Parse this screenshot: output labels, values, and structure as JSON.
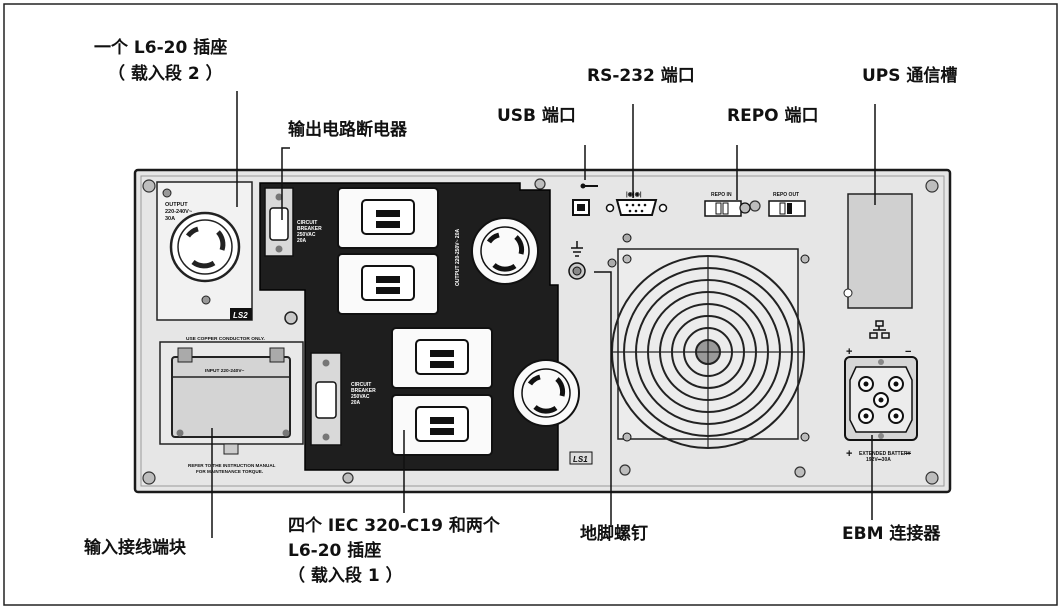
{
  "callouts": {
    "l6_20_outlet_ls2": {
      "line1": "一个 L6-20 插座",
      "line2": "（ 载入段 2 ）"
    },
    "output_breaker": "输出电路断电器",
    "usb_port": "USB  端口",
    "rs232_port": "RS-232 端口",
    "repo_port": "REPO 端口",
    "ups_comm_bay": "UPS 通信槽",
    "input_terminal_block": "输入接线端块",
    "iec_outlets_ls1": {
      "line1": "四个 IEC 320-C19 和两个",
      "line2": "L6-20 插座",
      "line3": "（ 载入段 1 ）"
    },
    "ground_screw": "地脚螺钉",
    "ebm_connector": "EBM  连接器"
  },
  "panel_text": {
    "output_label": [
      "OUTPUT",
      "220-240V~",
      "30A"
    ],
    "ls2": "LS2",
    "ls1": "LS1",
    "circuit_breaker_top": [
      "CIRCUIT",
      "BREAKER",
      "250VAC",
      "20A"
    ],
    "circuit_breaker_bottom": [
      "CIRCUIT",
      "BREAKER",
      "250VAC",
      "20A"
    ],
    "output_vertical": "OUTPUT 220-250V~ 20A",
    "copper_notice": "USE COPPER CONDUCTOR ONLY.",
    "input_label": "INPUT 220-240V~",
    "manual_notice": [
      "REFER TO THE INSTRUCTION MANUAL",
      "FOR MAINTENANCE TORQUE."
    ],
    "repo_in": "REPO IN",
    "repo_out": "REPO OUT",
    "serial_pins": "|◉|◉|",
    "ext_battery": [
      "EXTENDED BATTERY",
      "192V⎓30A"
    ],
    "plus": "+",
    "minus": "−"
  }
}
